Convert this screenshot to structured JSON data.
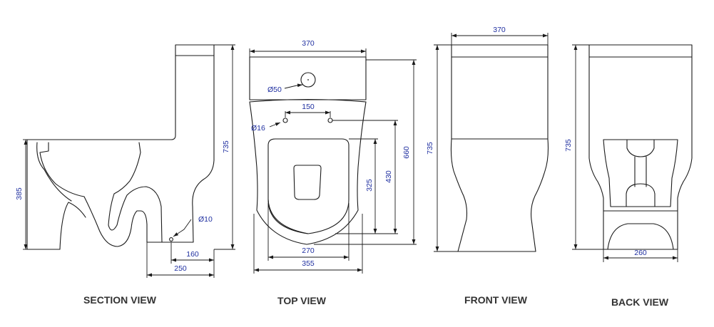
{
  "views": {
    "section": {
      "label": "SECTION VIEW",
      "dims": {
        "height": "735",
        "bowl_height": "385",
        "outlet_dia": "Ø10",
        "setback_160": "160",
        "setback_250": "250"
      }
    },
    "top": {
      "label": "TOP VIEW",
      "dims": {
        "width_top": "370",
        "inlet_dia": "Ø50",
        "hole_dia": "Ø16",
        "hole_spacing": "150",
        "seat_325": "325",
        "seat_430": "430",
        "depth": "660",
        "seat_width": "270",
        "base_width": "355"
      }
    },
    "front": {
      "label": "FRONT VIEW",
      "dims": {
        "width": "370",
        "height": "735"
      }
    },
    "back": {
      "label": "BACK VIEW",
      "dims": {
        "height": "735",
        "base_width": "260"
      }
    }
  },
  "colors": {
    "dimension_text": "#1f2fa0",
    "line": "#1a1a1a",
    "label": "#333333"
  }
}
